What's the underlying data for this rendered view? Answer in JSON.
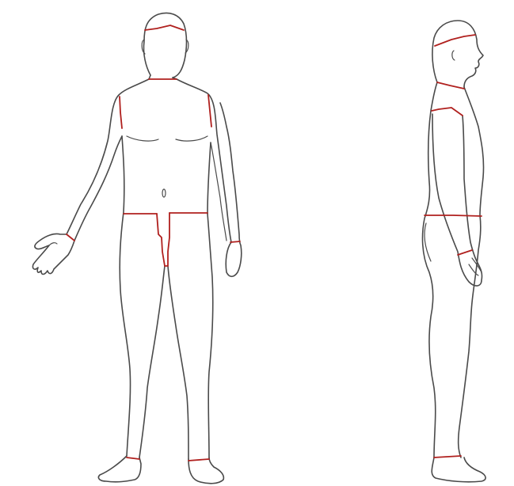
{
  "figure": {
    "background_color": "#ffffff",
    "outline_color": "#4a4a4a",
    "measurement_line_color": "#b0201e",
    "views": [
      {
        "view": "front",
        "measurement_lines": [
          "head",
          "neck",
          "left-shoulder",
          "right-shoulder",
          "hips",
          "inseam",
          "left-wrist",
          "right-wrist",
          "left-ankle",
          "right-ankle"
        ]
      },
      {
        "view": "side",
        "measurement_lines": [
          "head",
          "neck",
          "shoulder",
          "waist",
          "wrist",
          "ankle"
        ]
      }
    ]
  }
}
